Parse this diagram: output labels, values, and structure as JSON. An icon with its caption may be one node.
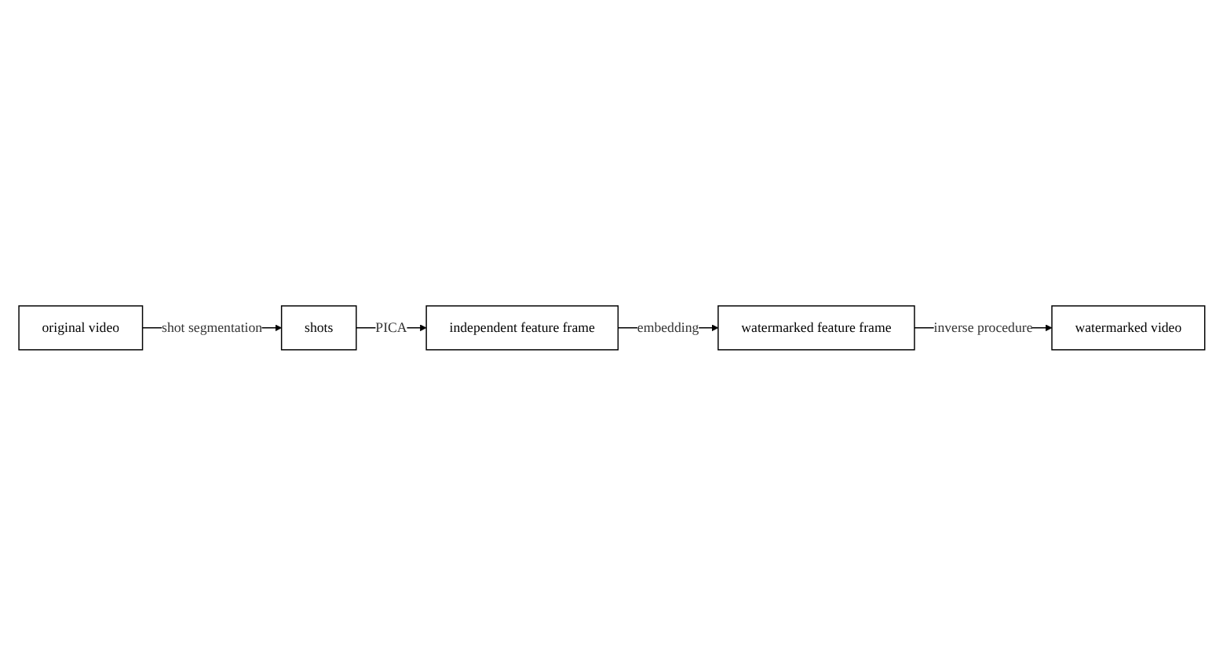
{
  "diagram": {
    "nodes": [
      {
        "text": [
          "original video"
        ]
      },
      {
        "text": [
          "shots"
        ]
      },
      {
        "text": [
          "independent feature frame"
        ]
      },
      {
        "text": [
          "watermarked feature frame"
        ]
      },
      {
        "text": [
          "watermarked video"
        ]
      }
    ],
    "edges": [
      {
        "from": 0,
        "to": 1,
        "arrow": "to",
        "label": "shot segmentation"
      },
      {
        "from": 1,
        "to": 2,
        "arrow": "to",
        "label": "PICA"
      },
      {
        "from": 2,
        "to": 3,
        "arrow": "to",
        "label": "embedding"
      },
      {
        "from": 3,
        "to": 4,
        "arrow": "to",
        "label": "inverse procedure"
      }
    ]
  }
}
